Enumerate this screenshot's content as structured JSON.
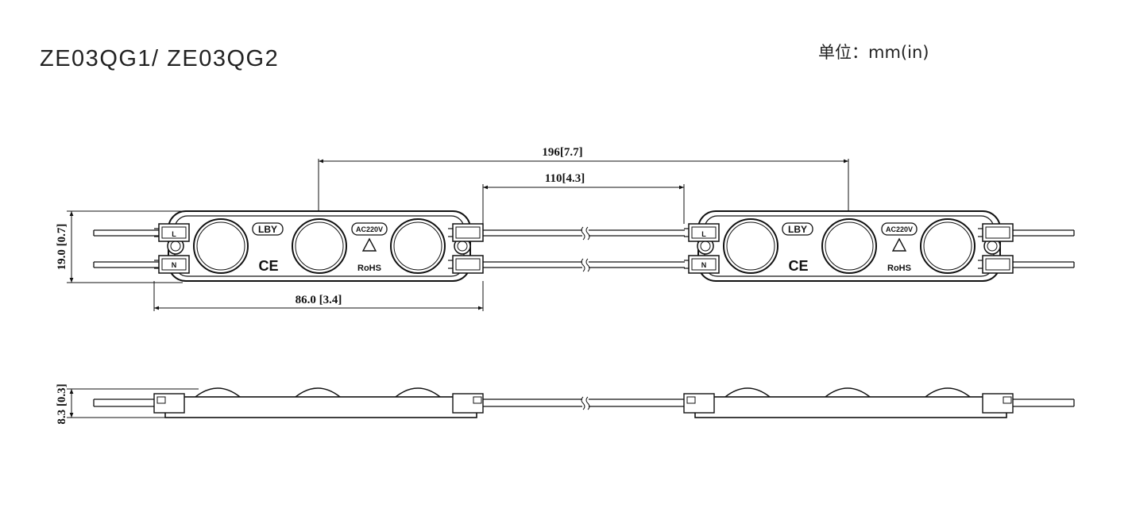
{
  "title": "ZE03QG1/ ZE03QG2",
  "unit_label": "单位：mm(in)",
  "dimensions": {
    "pitch": "196[7.7]",
    "gap": "110[4.3]",
    "length": "86.0 [3.4]",
    "width": "19.0 [0.7]",
    "height": "8.3 [0.3]"
  },
  "module_markings": {
    "brand": "LBY",
    "voltage": "AC220V",
    "ce": "CE",
    "rohs": "RoHS",
    "wire_left": "L",
    "wire_neutral": "N"
  }
}
